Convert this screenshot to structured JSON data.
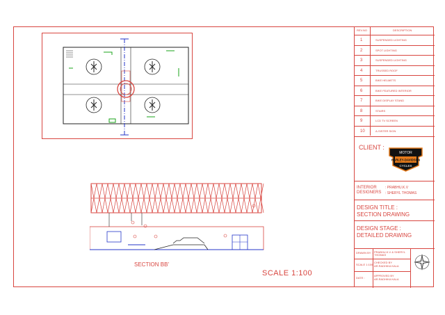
{
  "revisions_header": {
    "no": "REV.NO",
    "desc": "DESCRIPTION"
  },
  "revisions": [
    {
      "no": "1",
      "desc": "SUSPENDED LIGHTING"
    },
    {
      "no": "2",
      "desc": "SPOT LIGHTING"
    },
    {
      "no": "3",
      "desc": "SUSPENDED LIGHTING"
    },
    {
      "no": "4",
      "desc": "TRUSSED ROOF"
    },
    {
      "no": "5",
      "desc": "BIKE HELMETS"
    },
    {
      "no": "6",
      "desc": "BIKE FEATURED INTERIOR"
    },
    {
      "no": "7",
      "desc": "BIKE DISPLAY STAND"
    },
    {
      "no": "8",
      "desc": "STAIRS"
    },
    {
      "no": "9",
      "desc": "LCD TV SCREEN"
    },
    {
      "no": "10",
      "desc": "A-SISTER SIGN"
    }
  ],
  "client_label": "CLIENT :",
  "logo": {
    "text_top": "MOTOR",
    "text_main": "HARLEY-DAVIDSON",
    "text_bottom": "CYCLES"
  },
  "interior_designers": {
    "label": "INTERIOR DESIGNERS",
    "names": [
      ": PRABHU.K.V",
      ": SHERYL THOMAS"
    ]
  },
  "design_title": {
    "label": "DESIGN TITLE :",
    "value": "SECTION DRAWING"
  },
  "design_stage": {
    "label": "DESIGN STAGE :",
    "value": "DETAILED DRAWING"
  },
  "footer": {
    "drawn_by_label": "DRAWN BY :",
    "drawn_by_value": "PRABHU.K.V & SHERYL THOMAS",
    "scale_label": "SCALE 1:100",
    "checked_by_label": "CHECKED BY",
    "checked_by_value": "AR.RADHIKA KALA",
    "date_label": "DATE :",
    "approved_by_label": "APPROVED BY",
    "approved_by_value": "AR.RADHIKA KALA"
  },
  "section_label": "SECTION BB'",
  "scale_text": "SCALE 1:100",
  "colors": {
    "frame": "#d8453f",
    "plan_green": "#1aa31a",
    "plan_blue": "#2436c9"
  }
}
